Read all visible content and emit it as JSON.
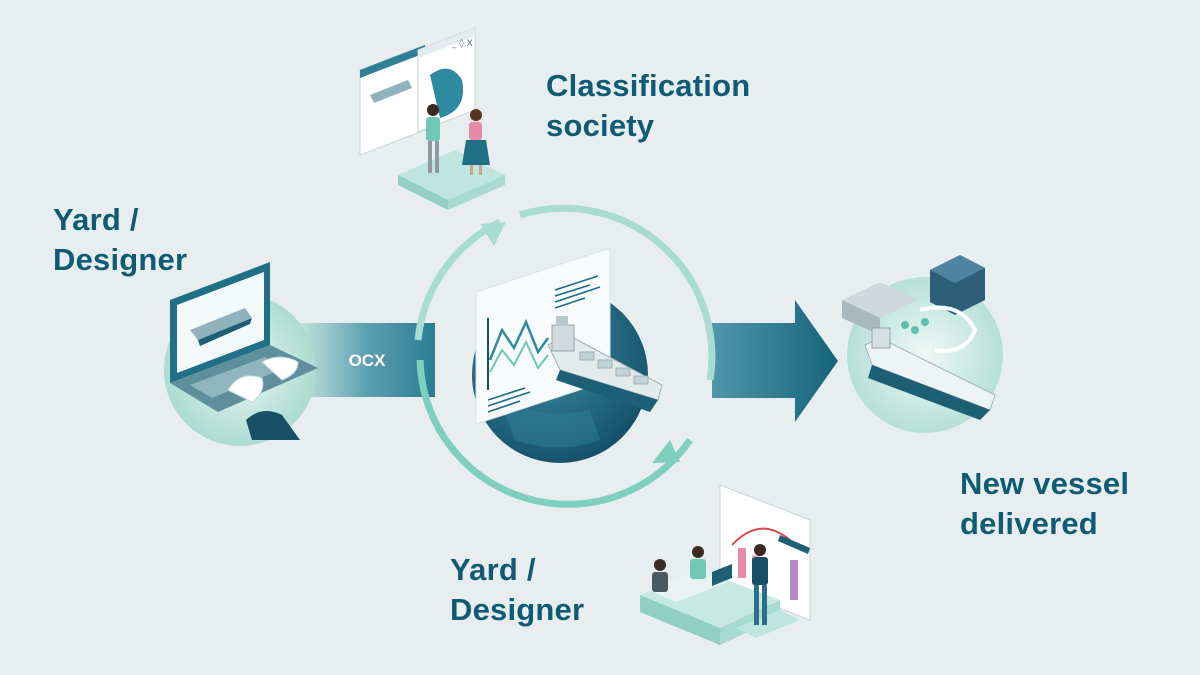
{
  "labels": {
    "classification": [
      "Classification",
      "society"
    ],
    "yard_left": [
      "Yard /",
      "Designer"
    ],
    "yard_bottom": [
      "Yard /",
      "Designer"
    ],
    "delivered": [
      "New vessel",
      "delivered"
    ]
  },
  "flow": {
    "format_label": "OCX"
  },
  "colors": {
    "background": "#e8eef0",
    "text": "#0f5b73",
    "teal_light": "#9fd8cc",
    "teal_mid": "#5fbfae",
    "teal_dark": "#1d6b80",
    "navy": "#174f66"
  }
}
